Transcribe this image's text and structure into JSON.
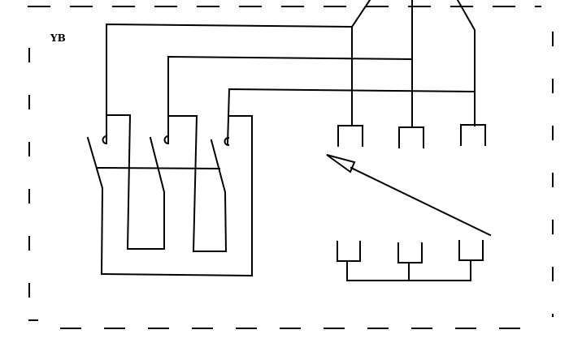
{
  "diagram": {
    "label": "YB",
    "stroke_color": "#000000",
    "background": "#ffffff",
    "components": [
      "three-pole-switch",
      "upper-terminals",
      "lower-terminals",
      "direction-arrow"
    ]
  }
}
